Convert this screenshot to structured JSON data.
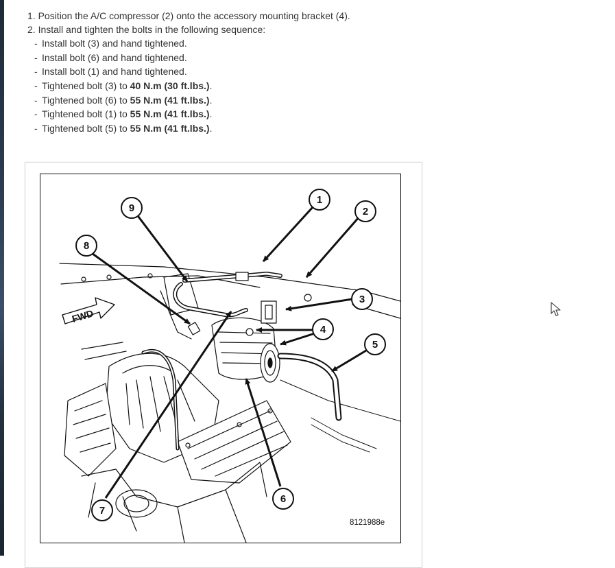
{
  "instructions": {
    "step1": "1. Position the A/C compressor (2) onto the accessory mounting bracket (4).",
    "step2": "2. Install and tighten the bolts in the following sequence:",
    "substeps": [
      {
        "pre": "Install bolt (3) and hand tightened.",
        "bold": "",
        "post": ""
      },
      {
        "pre": "Install bolt (6) and hand tightened.",
        "bold": "",
        "post": ""
      },
      {
        "pre": "Install bolt (1) and hand tightened.",
        "bold": "",
        "post": ""
      },
      {
        "pre": "Tightened bolt (3) to ",
        "bold": "40 N.m (30 ft.lbs.)",
        "post": "."
      },
      {
        "pre": "Tightened bolt (6) to ",
        "bold": "55 N.m (41 ft.lbs.)",
        "post": "."
      },
      {
        "pre": "Tightened bolt (1) to ",
        "bold": "55 N.m (41 ft.lbs.)",
        "post": "."
      },
      {
        "pre": "Tightened bolt (5) to ",
        "bold": "55 N.m (41 ft.lbs.)",
        "post": "."
      }
    ],
    "dash": "-"
  },
  "figure": {
    "fwd_label": "FWD",
    "figure_id": "8121988e",
    "callouts": [
      "1",
      "2",
      "3",
      "4",
      "5",
      "6",
      "7",
      "8",
      "9"
    ]
  },
  "icons": {
    "cursor": "mouse-pointer-icon"
  }
}
